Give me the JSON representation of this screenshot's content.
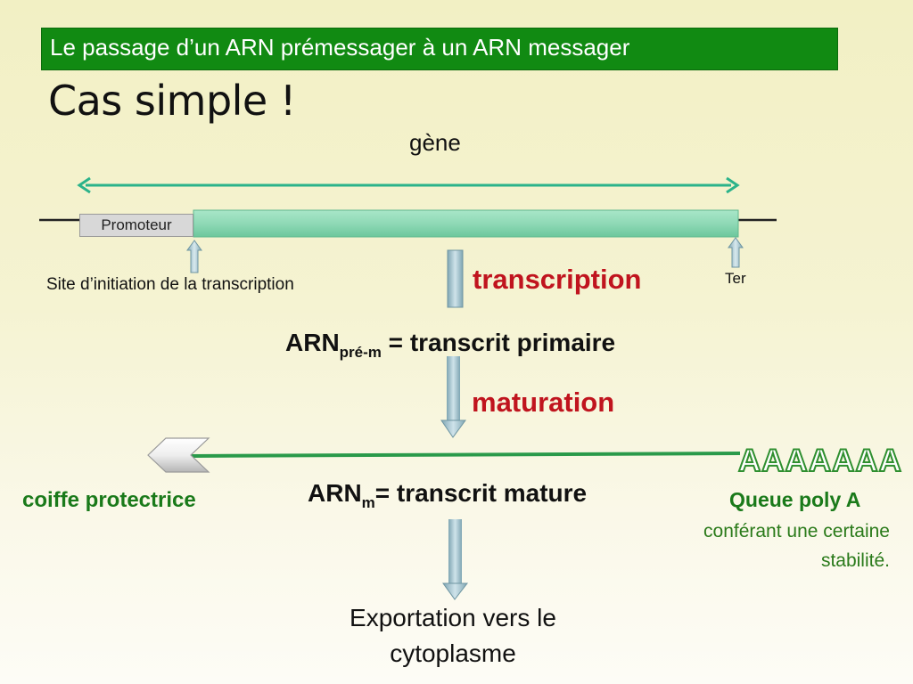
{
  "header": {
    "text": "Le passage d’un ARN prémessager à un ARN messager"
  },
  "title": "Cas simple !",
  "gene": {
    "label": "gène"
  },
  "promoteur": {
    "label": "Promoteur"
  },
  "site_initiation": {
    "label": "Site d’initiation de la transcription"
  },
  "ter": {
    "label": "Ter"
  },
  "transcription": {
    "label": "transcription"
  },
  "pre_m": {
    "prefix": "ARN",
    "sub": "pré-m",
    "suffix": " = transcrit primaire"
  },
  "maturation": {
    "label": "maturation"
  },
  "poly_a": {
    "sequence": "AAAAAAA",
    "label": "Queue poly A",
    "description_line1": "conférant une certaine",
    "description_line2": "stabilité."
  },
  "coiffe": {
    "label": "coiffe protectrice"
  },
  "mature": {
    "prefix": "ARN",
    "sub": "m",
    "suffix": "= transcrit mature"
  },
  "export": {
    "line1": "Exportation vers le",
    "line2": "cytoplasme"
  },
  "colors": {
    "header_bg": "#118a12",
    "label_red": "#c0141e",
    "label_green": "#1a7a1a",
    "gene_bar": "#8fd9b6",
    "arrow_teal": "#2bb38a",
    "mrna_line": "#2a9a4a"
  }
}
